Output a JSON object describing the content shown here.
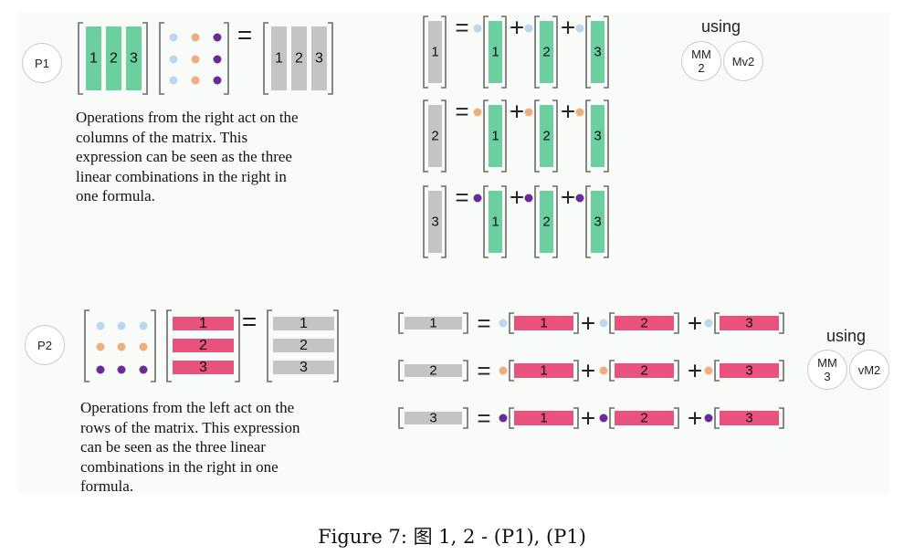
{
  "colors": {
    "green": "#6ccf9f",
    "gray": "#c4c4c4",
    "pink": "#e9527d",
    "dot_blue": "#bcd7ee",
    "dot_orange": "#f0ad7f",
    "dot_purple": "#6a2c94",
    "bracket": "#6a6a6a"
  },
  "p1": {
    "tag": "P1",
    "col_labels": [
      "1",
      "2",
      "3"
    ],
    "equals": "=",
    "plus": "+",
    "description": "Operations from the right act on the columns of the matrix. This expression can be seen as the three linear combinations in the right in one formula.",
    "desc_lines": [
      "Operations from the right act on the",
      "columns of the matrix. This",
      "expression can be seen as the three",
      "linear combinations in the right in",
      "one formula."
    ],
    "using_label": "using",
    "using_tags": [
      {
        "line1": "MM",
        "line2": "2"
      },
      {
        "line1": "Mv2",
        "line2": ""
      }
    ]
  },
  "p2": {
    "tag": "P2",
    "row_labels": [
      "1",
      "2",
      "3"
    ],
    "equals": "=",
    "plus": "+",
    "description": "Operations from the left act on the rows of the matrix. This expression can be seen as the three linear combinations in the right in one formula.",
    "desc_lines": [
      "Operations from the left act on the",
      "rows of the matrix. This expression",
      "can be seen as the three linear",
      "combinations in the right in one",
      "formula."
    ],
    "using_label": "using",
    "using_tags": [
      {
        "line1": "MM",
        "line2": "3"
      },
      {
        "line1": "vM2",
        "line2": ""
      }
    ]
  },
  "caption": "Figure 7: 图 1, 2 - (P1), (P1)"
}
